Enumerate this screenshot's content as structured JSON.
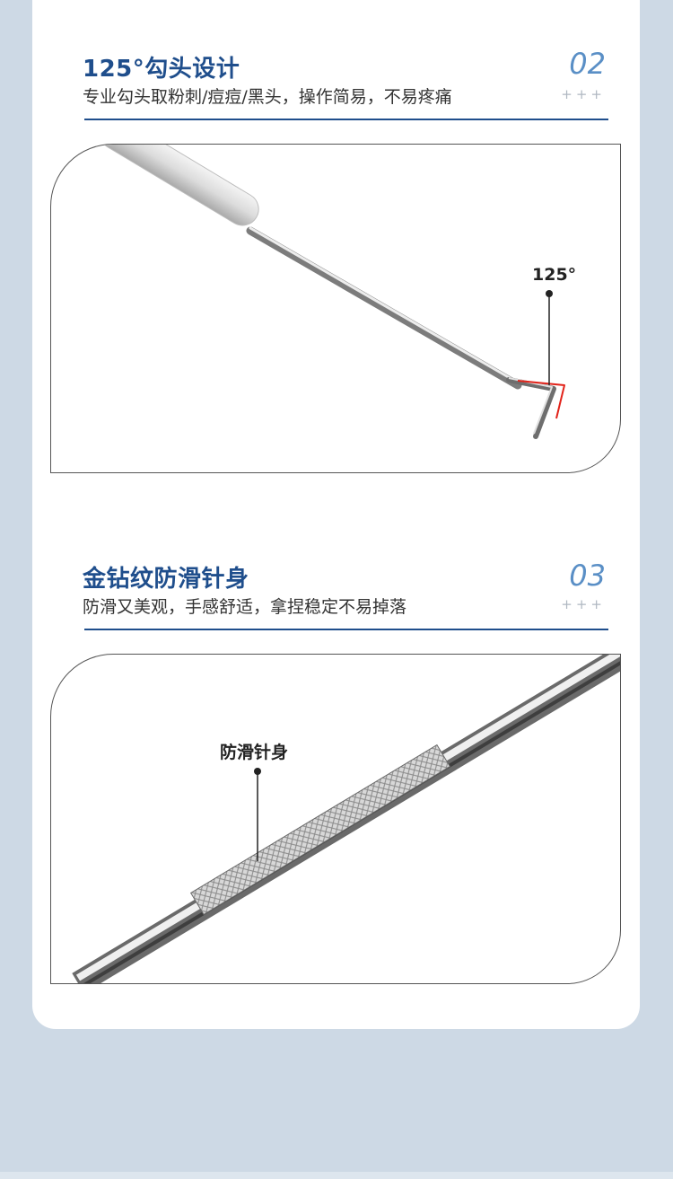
{
  "sections": [
    {
      "title": "125°勾头设计",
      "subtitle": "专业勾头取粉刺/痘痘/黑头，操作简易，不易疼痛",
      "number": "02",
      "plus": "+++",
      "callout": "125°"
    },
    {
      "title": "金钻纹防滑针身",
      "subtitle": "防滑又美观，手感舒适，拿捏稳定不易掉落",
      "number": "03",
      "plus": "+++",
      "callout": "防滑针身"
    }
  ],
  "colors": {
    "title": "#1f4e8c",
    "number": "#5a8fc6",
    "background": "#cdd9e5",
    "hook_accent": "#e2231a"
  }
}
